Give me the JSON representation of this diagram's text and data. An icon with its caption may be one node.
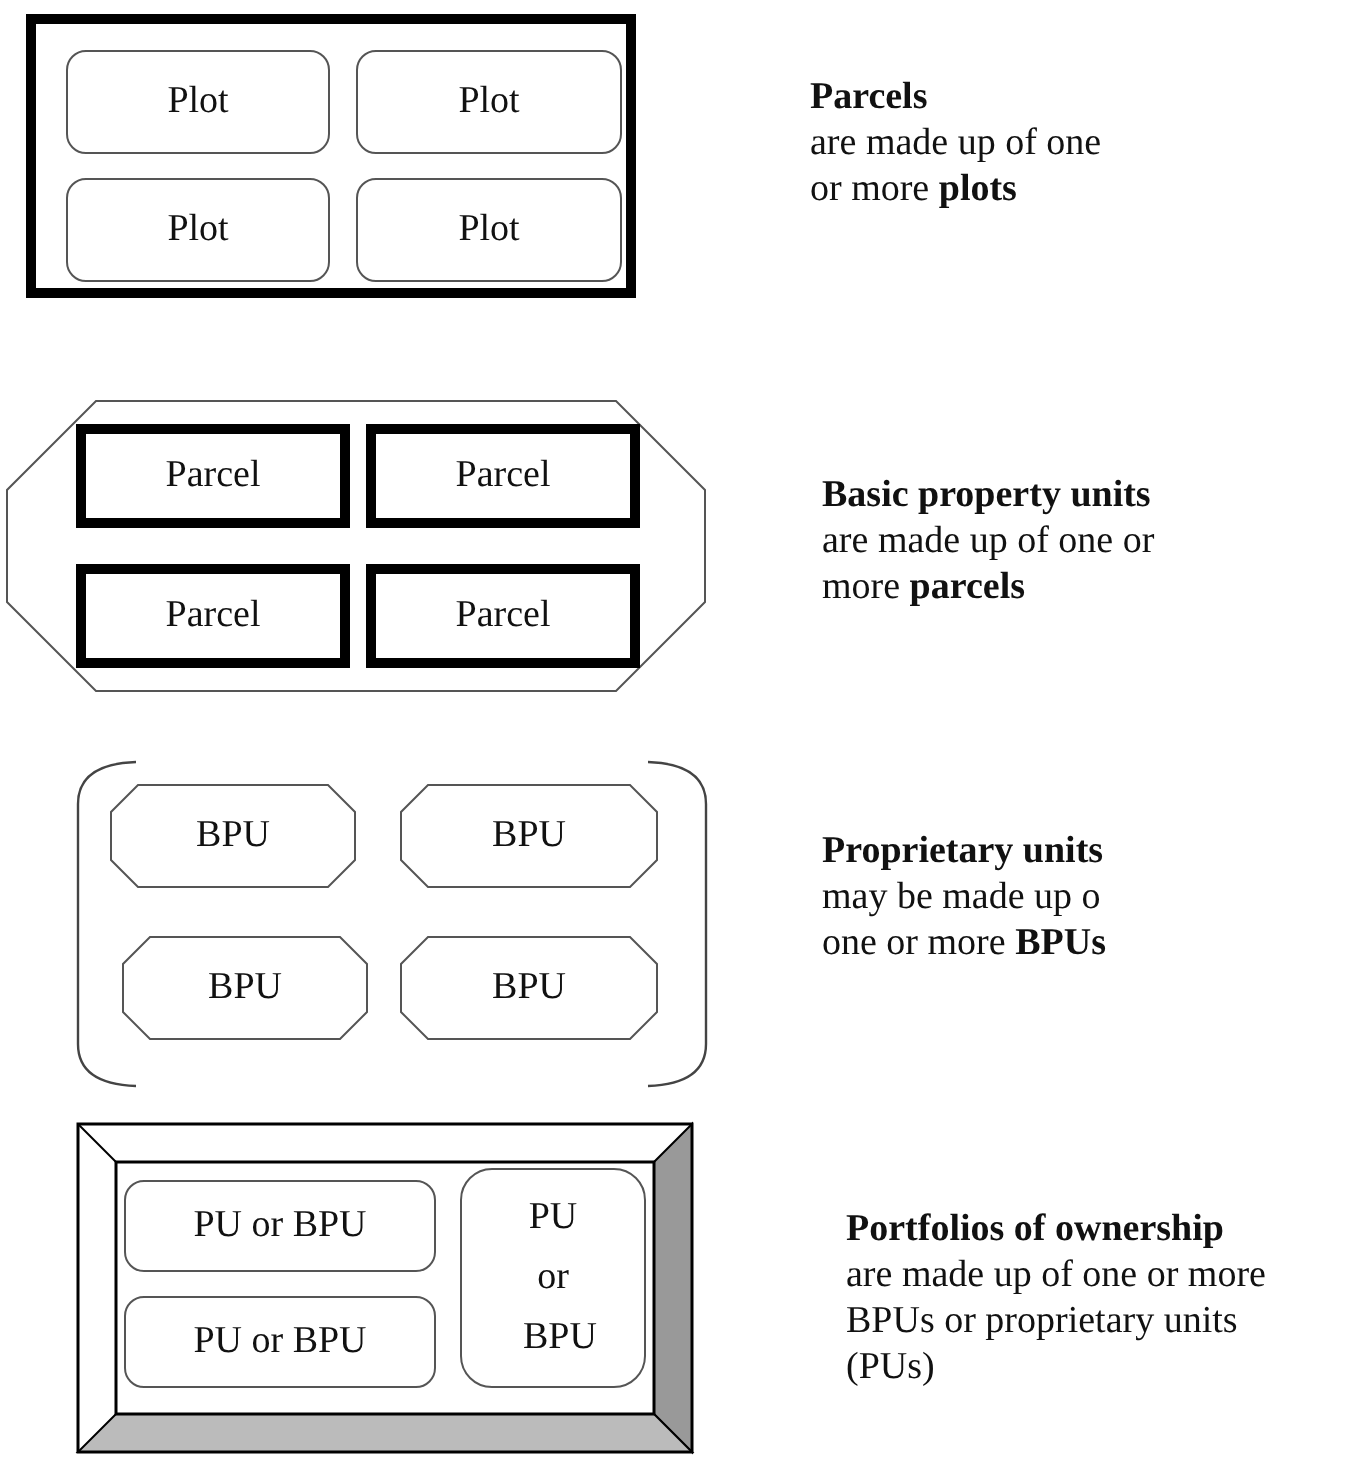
{
  "diagram": {
    "nodes": [
      {
        "text": [],
        "shape": "box",
        "beside": [
          "Parcels",
          "are made up of one or more **plots**"
        ]
      },
      {
        "text": [
          "Plot"
        ],
        "in": 0
      },
      {
        "text": [
          "Plot"
        ],
        "in": 0
      },
      {
        "text": [
          "Plot"
        ],
        "in": 0
      },
      {
        "text": [
          "Plot"
        ],
        "in": 0
      },
      {
        "text": [],
        "shape": "octagon",
        "beside": [
          "Basic property units",
          "are made up of one or more **parcels**"
        ]
      },
      {
        "text": [
          "Parcel"
        ],
        "in": 5
      },
      {
        "text": [
          "Parcel"
        ],
        "in": 5
      },
      {
        "text": [
          "Parcel"
        ],
        "in": 5
      },
      {
        "text": [
          "Parcel"
        ],
        "in": 5
      },
      {
        "text": [],
        "shape": "bracket",
        "beside": [
          "Proprietary units",
          "may be made up o one or more **BPUs**"
        ]
      },
      {
        "text": [
          "BPU"
        ],
        "in": 10
      },
      {
        "text": [
          "BPU"
        ],
        "in": 10
      },
      {
        "text": [
          "BPU"
        ],
        "in": 10
      },
      {
        "text": [
          "BPU"
        ],
        "in": 10
      },
      {
        "text": [],
        "shape": "bevel",
        "beside": [
          "Portfolios of ownership",
          "are made up of one or more BPUs or proprietary units (PUs)"
        ]
      },
      {
        "text": [
          "PU or BPU"
        ],
        "in": 15
      },
      {
        "text": [
          "PU or BPU"
        ],
        "in": 15
      },
      {
        "text": [
          "PU or BPU"
        ],
        "in": 15
      }
    ],
    "edges": []
  }
}
